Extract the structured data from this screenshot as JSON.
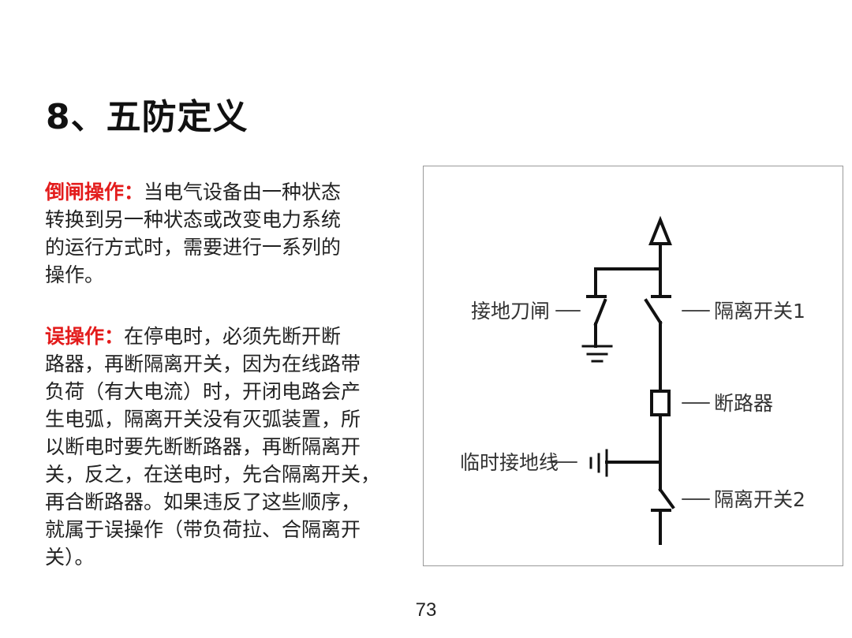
{
  "title": "8、五防定义",
  "paragraph1": {
    "term": "倒闸操作：",
    "lines": [
      "当电气设备由一种状态",
      "转换到另一种状态或改变电力系统",
      "的运行方式时，需要进行一系列的",
      "操作。"
    ]
  },
  "paragraph2": {
    "term": "误操作：",
    "lines": [
      "在停电时，必须先断开断",
      "路器，再断隔离开关，因为在线路带",
      "负荷（有大电流）时，开闭电路会产",
      "生电弧，隔离开关没有灭弧装置，所",
      "以断电时要先断断路器，再断隔离开",
      "关，反之，在送电时，先合隔离开关，",
      "再合断路器。如果违反了这些顺序，",
      "就属于误操作（带负荷拉、合隔离开",
      "关）。"
    ]
  },
  "diagram": {
    "labels": {
      "grounding_knife_switch": "接地刀闸",
      "isolator_1": "隔离开关1",
      "circuit_breaker": "断路器",
      "temporary_ground_wire": "临时接地线",
      "isolator_2": "隔离开关2"
    }
  },
  "page_number": "73"
}
